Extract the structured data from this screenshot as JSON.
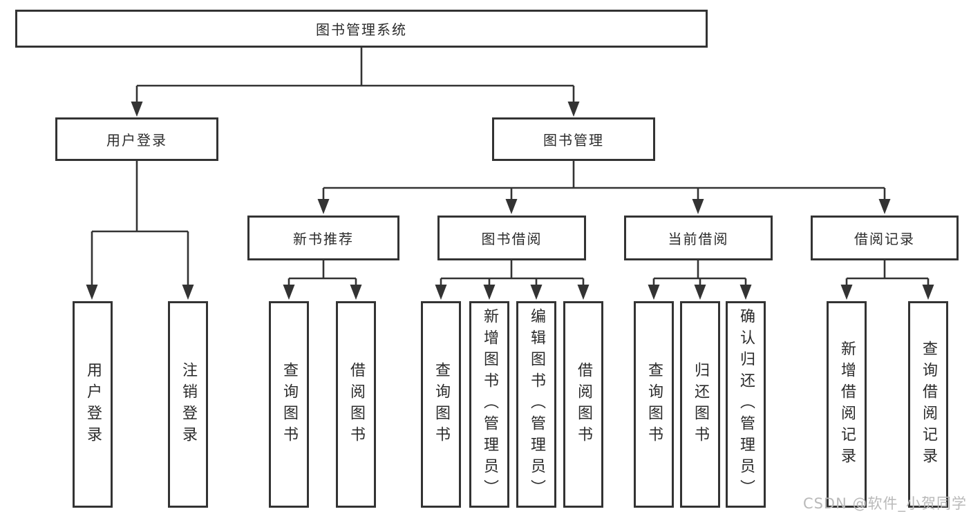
{
  "diagram": {
    "root": {
      "label": "图书管理系统",
      "children": [
        {
          "label": "用户登录",
          "children": [
            {
              "label": "用户登录"
            },
            {
              "label": "注销登录"
            }
          ]
        },
        {
          "label": "图书管理",
          "children": [
            {
              "label": "新书推荐",
              "children": [
                {
                  "label": "查询图书"
                },
                {
                  "label": "借阅图书"
                }
              ]
            },
            {
              "label": "图书借阅",
              "children": [
                {
                  "label": "查询图书"
                },
                {
                  "label": "新增图书（管理员）"
                },
                {
                  "label": "编辑图书（管理员）"
                },
                {
                  "label": "借阅图书"
                }
              ]
            },
            {
              "label": "当前借阅",
              "children": [
                {
                  "label": "查询图书"
                },
                {
                  "label": "归还图书"
                },
                {
                  "label": "确认归还（管理员）"
                }
              ]
            },
            {
              "label": "借阅记录",
              "children": [
                {
                  "label": "新增借阅记录"
                },
                {
                  "label": "查询借阅记录"
                }
              ]
            }
          ]
        }
      ]
    },
    "watermark": "CSDN @软件_小贺同学",
    "colors": {
      "line": "#333333",
      "box_border": "#333333",
      "text": "#2b2b2b",
      "background": "#ffffff",
      "watermark": "#b9b9b9"
    }
  }
}
